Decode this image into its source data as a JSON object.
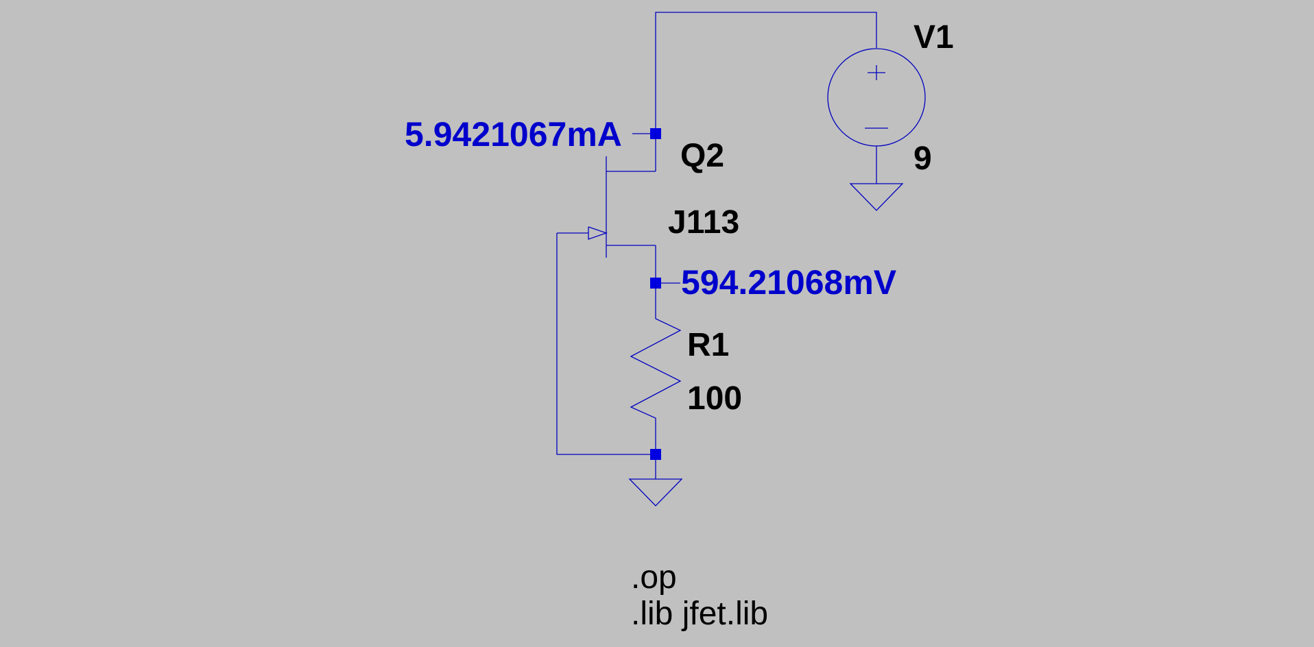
{
  "components": {
    "voltage_source": {
      "ref": "V1",
      "value": "9"
    },
    "jfet": {
      "ref": "Q2",
      "model": "J113"
    },
    "resistor": {
      "ref": "R1",
      "value": "100"
    }
  },
  "probes": {
    "drain_current": "5.9421067mA",
    "source_voltage": "594.21068mV"
  },
  "directives": {
    "op": ".op",
    "lib": ".lib jfet.lib"
  },
  "colors": {
    "background": "#c0c0c0",
    "wire": "#0000c0",
    "probe_text": "#0000cc",
    "label_text": "#000000"
  }
}
